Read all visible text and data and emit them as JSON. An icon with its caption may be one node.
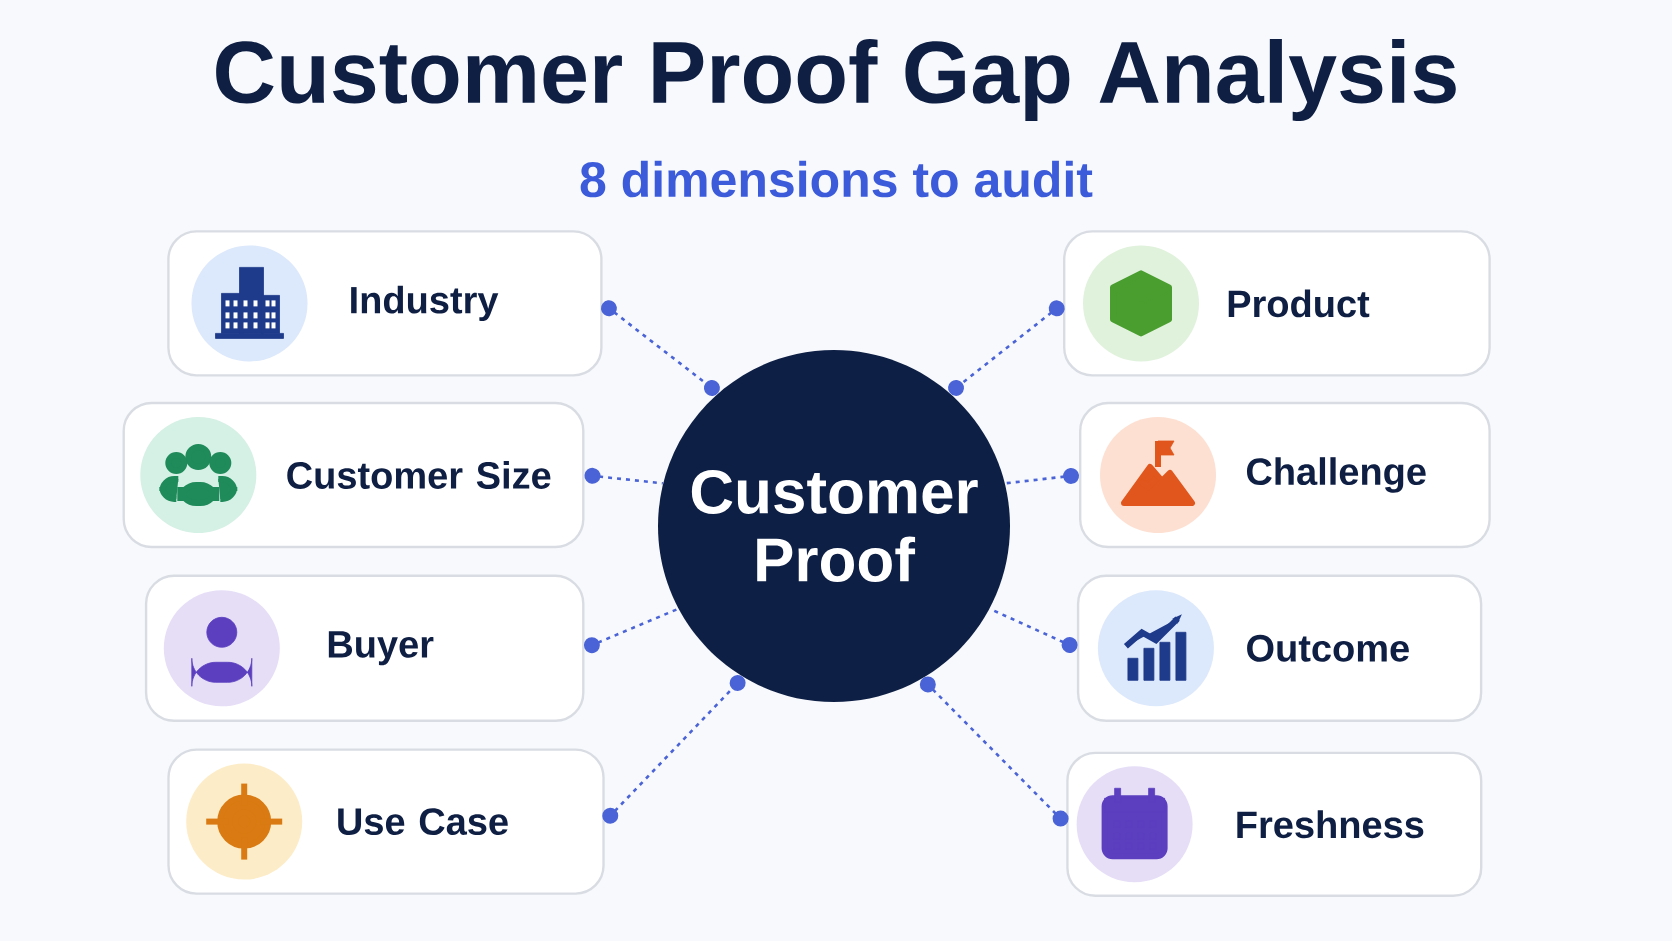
{
  "diagram": {
    "title": "Customer Proof Gap Analysis",
    "caption": "8 dimensions to audit",
    "nodes": [
      {
        "text": [
          "Customer Proof"
        ]
      },
      {
        "text": [
          "Industry"
        ]
      },
      {
        "text": [
          "Customer Size"
        ]
      },
      {
        "text": [
          "Buyer"
        ]
      },
      {
        "text": [
          "Use Case"
        ]
      },
      {
        "text": [
          "Product"
        ]
      },
      {
        "text": [
          "Challenge"
        ]
      },
      {
        "text": [
          "Outcome"
        ]
      },
      {
        "text": [
          "Freshness"
        ]
      }
    ],
    "edges": [
      {
        "from": 1,
        "to": 0,
        "arrow": "other"
      },
      {
        "from": 2,
        "to": 0,
        "arrow": "other"
      },
      {
        "from": 3,
        "to": 0,
        "arrow": "other"
      },
      {
        "from": 4,
        "to": 0,
        "arrow": "other"
      },
      {
        "from": 5,
        "to": 0,
        "arrow": "other"
      },
      {
        "from": 6,
        "to": 0,
        "arrow": "other"
      },
      {
        "from": 7,
        "to": 0,
        "arrow": "other"
      },
      {
        "from": 8,
        "to": 0,
        "arrow": "other"
      }
    ]
  }
}
